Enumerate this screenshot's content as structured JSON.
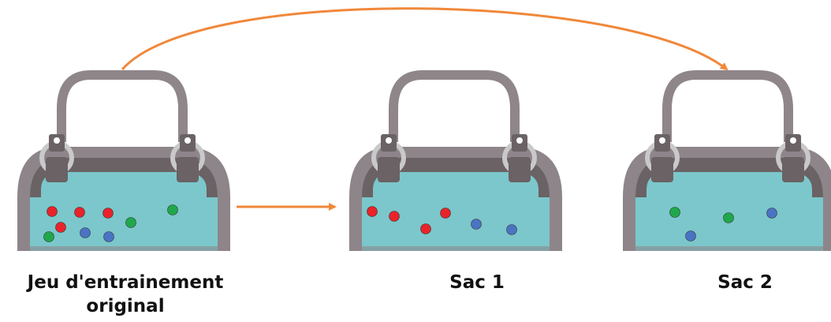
{
  "labels": {
    "original_line1": "Jeu d'entrainement",
    "original_line2": "original",
    "sac1": "Sac 1",
    "sac2": "Sac 2"
  },
  "colors": {
    "bag_body": "#7cc7cb",
    "bag_frame": "#8d858a",
    "bag_dark": "#6a6264",
    "handle": "#8f868a",
    "clasp_ring": "#c9c9c9",
    "arrow": "#f0883a",
    "ball_red": "#e8232a",
    "ball_green": "#1fa84b",
    "ball_blue": "#4a73c4"
  },
  "bags": [
    {
      "name": "original",
      "balls": [
        {
          "color": "red"
        },
        {
          "color": "red"
        },
        {
          "color": "red"
        },
        {
          "color": "red"
        },
        {
          "color": "green"
        },
        {
          "color": "green"
        },
        {
          "color": "green"
        },
        {
          "color": "blue"
        },
        {
          "color": "blue"
        }
      ]
    },
    {
      "name": "sac-1",
      "balls": [
        {
          "color": "red"
        },
        {
          "color": "red"
        },
        {
          "color": "red"
        },
        {
          "color": "red"
        },
        {
          "color": "blue"
        },
        {
          "color": "blue"
        }
      ]
    },
    {
      "name": "sac-2",
      "balls": [
        {
          "color": "green"
        },
        {
          "color": "green"
        },
        {
          "color": "blue"
        },
        {
          "color": "blue"
        }
      ]
    }
  ]
}
